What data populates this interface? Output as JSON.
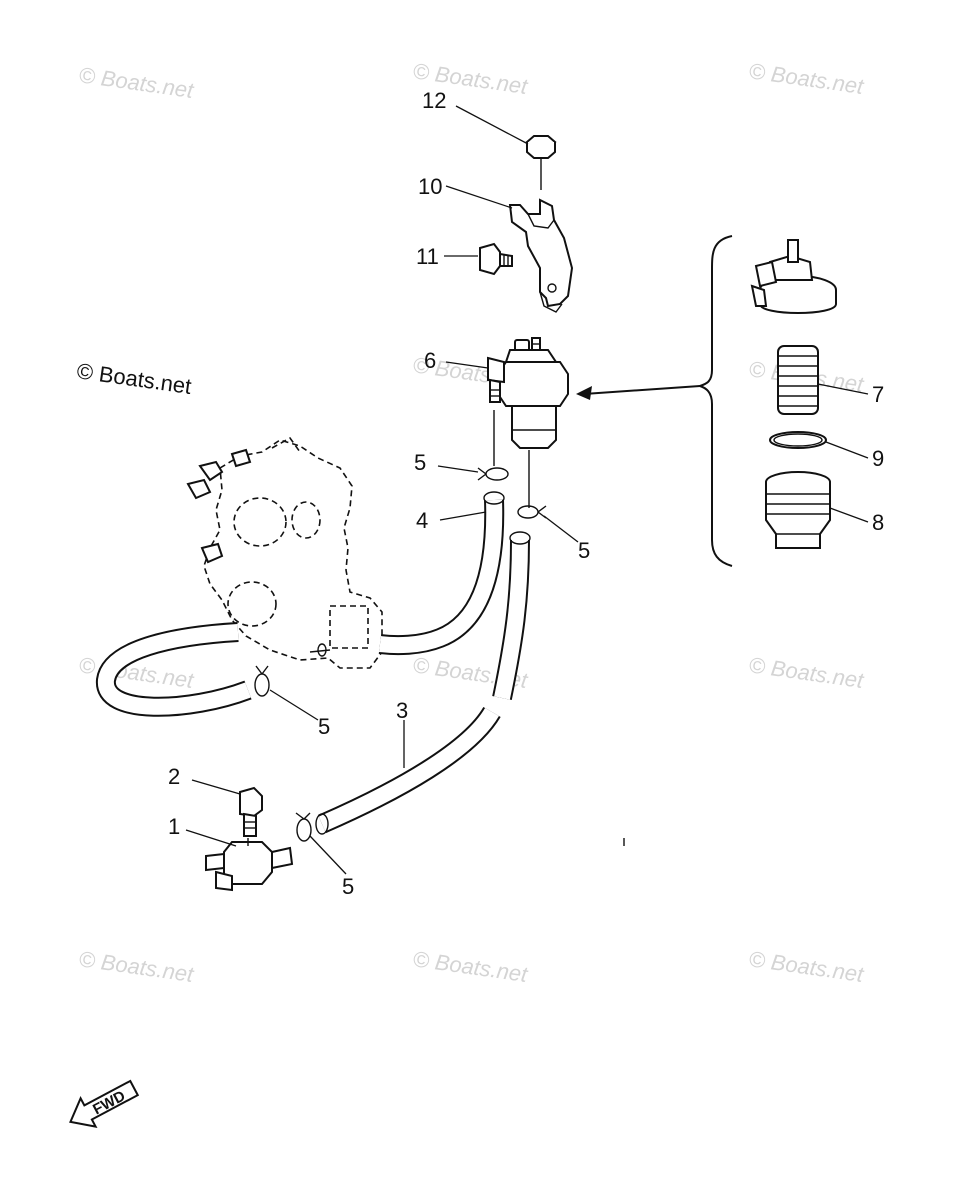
{
  "watermarks": {
    "text": "© Boats.net",
    "highlight_text": "© Boats.net"
  },
  "callouts": {
    "c1": "1",
    "c2": "2",
    "c3": "3",
    "c4": "4",
    "c5a": "5",
    "c5b": "5",
    "c5c": "5",
    "c5d": "5",
    "c6": "6",
    "c7": "7",
    "c8": "8",
    "c9": "9",
    "c10": "10",
    "c11": "11",
    "c12": "12"
  },
  "fwd": "FWD",
  "colors": {
    "line": "#111111",
    "watermark": "#d4d4d4",
    "background": "#ffffff"
  }
}
